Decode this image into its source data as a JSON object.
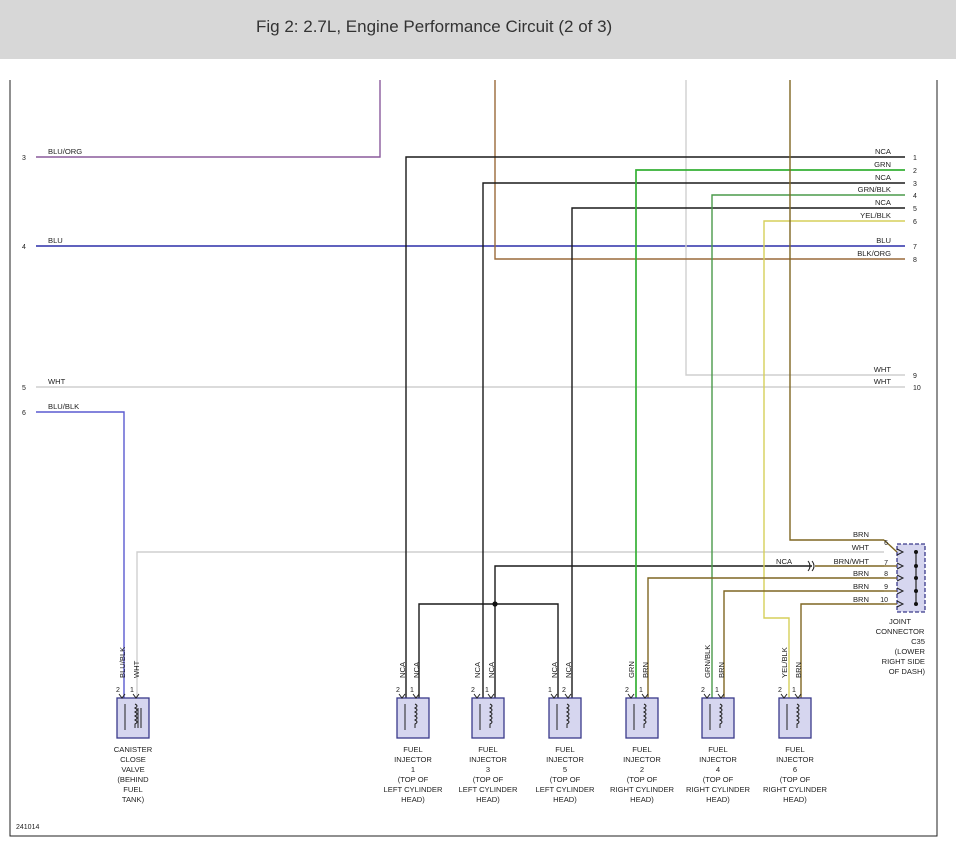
{
  "header": {
    "title": "Fig 2: 2.7L, Engine Performance Circuit (2 of 3)"
  },
  "colors": {
    "BLU/ORG": "#8a5a9c",
    "BLU": "#2b2fa8",
    "WHT": "#cfcfcf",
    "BLU/BLK": "#5a5ad0",
    "NCA": "#1a1a1a",
    "GRN": "#35b035",
    "GRN/BLK": "#4a9a4a",
    "YEL/BLK": "#d6cf5a",
    "BRN": "#7f6722",
    "BLK/ORG": "#9a6a3a",
    "component_fill": "#d6d6ef",
    "component_stroke": "#3a3a8a"
  },
  "left_side": {
    "pins": [
      "3",
      "4",
      "5",
      "6"
    ],
    "labels": [
      "BLU/ORG",
      "BLU",
      "WHT",
      "BLU/BLK"
    ]
  },
  "right_side": {
    "pins": [
      "1",
      "2",
      "3",
      "4",
      "5",
      "6",
      "7",
      "8",
      "9",
      "10"
    ],
    "labels": [
      "NCA",
      "GRN",
      "NCA",
      "GRN/BLK",
      "NCA",
      "YEL/BLK",
      "BLU",
      "BLK/ORG",
      "WHT",
      "WHT"
    ]
  },
  "joint_connector": {
    "pins": [
      "6",
      "7",
      "8",
      "9",
      "10"
    ],
    "labels": [
      "BRN",
      "WHT",
      "BRN/WHT",
      "BRN",
      "BRN",
      "BRN"
    ],
    "nca": "NCA",
    "caption": [
      "JOINT",
      "CONNECTOR",
      "C35",
      "(LOWER",
      "RIGHT SIDE",
      "OF DASH)"
    ]
  },
  "components": [
    {
      "caption": [
        "CANISTER",
        "CLOSE",
        "VALVE",
        "(BEHIND",
        "FUEL",
        "TANK)"
      ],
      "pins": [
        "2",
        "1"
      ],
      "wires": [
        "BLU/BLK",
        "WHT"
      ]
    },
    {
      "caption": [
        "FUEL",
        "INJECTOR",
        "1",
        "(TOP OF",
        "LEFT CYLINDER",
        "HEAD)"
      ],
      "pins": [
        "2",
        "1"
      ],
      "wires": [
        "NCA",
        "NCA"
      ]
    },
    {
      "caption": [
        "FUEL",
        "INJECTOR",
        "3",
        "(TOP OF",
        "LEFT CYLINDER",
        "HEAD)"
      ],
      "pins": [
        "2",
        "1"
      ],
      "wires": [
        "NCA",
        "NCA"
      ]
    },
    {
      "caption": [
        "FUEL",
        "INJECTOR",
        "5",
        "(TOP OF",
        "LEFT CYLINDER",
        "HEAD)"
      ],
      "pins": [
        "1",
        "2"
      ],
      "wires": [
        "NCA",
        "NCA"
      ]
    },
    {
      "caption": [
        "FUEL",
        "INJECTOR",
        "2",
        "(TOP OF",
        "RIGHT CYLINDER",
        "HEAD)"
      ],
      "pins": [
        "2",
        "1"
      ],
      "wires": [
        "GRN",
        "BRN"
      ]
    },
    {
      "caption": [
        "FUEL",
        "INJECTOR",
        "4",
        "(TOP OF",
        "RIGHT CYLINDER",
        "HEAD)"
      ],
      "pins": [
        "2",
        "1"
      ],
      "wires": [
        "GRN/BLK",
        "BRN"
      ]
    },
    {
      "caption": [
        "FUEL",
        "INJECTOR",
        "6",
        "(TOP OF",
        "RIGHT CYLINDER",
        "HEAD)"
      ],
      "pins": [
        "2",
        "1"
      ],
      "wires": [
        "YEL/BLK",
        "BRN"
      ]
    }
  ],
  "figure_id": "241014"
}
